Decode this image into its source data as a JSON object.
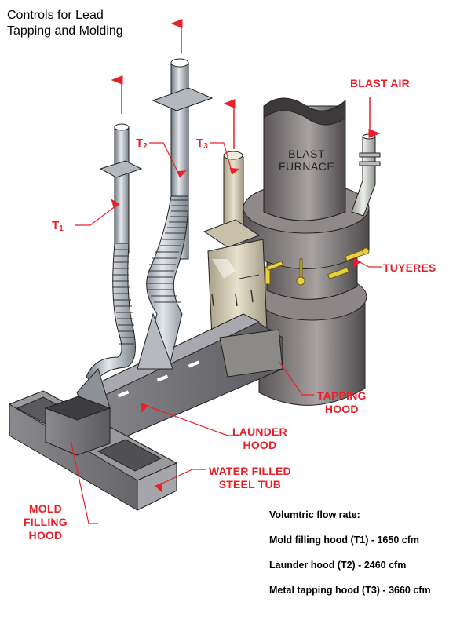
{
  "title": {
    "line1": "Controls for Lead",
    "line2": "Tapping and Molding"
  },
  "labels": {
    "blast_air": "BLAST AIR",
    "blast_furnace_line1": "BLAST",
    "blast_furnace_line2": "FURNACE",
    "tuyeres": "TUYERES",
    "tapping_hood_line1": "TAPPING",
    "tapping_hood_line2": "HOOD",
    "launder_hood_line1": "LAUNDER",
    "launder_hood_line2": "HOOD",
    "water_tub_line1": "WATER FILLED",
    "water_tub_line2": "STEEL TUB",
    "mold_hood_line1": "MOLD",
    "mold_hood_line2": "FILLING",
    "mold_hood_line3": "HOOD",
    "t1": "T",
    "t1_sub": "1",
    "t2": "T",
    "t2_sub": "2",
    "t3": "T",
    "t3_sub": "3"
  },
  "flow_rates": {
    "heading": "Volumtric flow rate:",
    "items": [
      "Mold filling hood (T1) - 1650 cfm",
      "Launder hood (T2) - 2460 cfm",
      "Metal tapping hood (T3) - 3660 cfm"
    ]
  },
  "colors": {
    "label_red": "#e8202a",
    "duct_gray": "#a9b0b8",
    "furnace_gray": "#7d7879",
    "hood_tan": "#d8d0b8",
    "tuyere_yellow": "#e8d040"
  }
}
